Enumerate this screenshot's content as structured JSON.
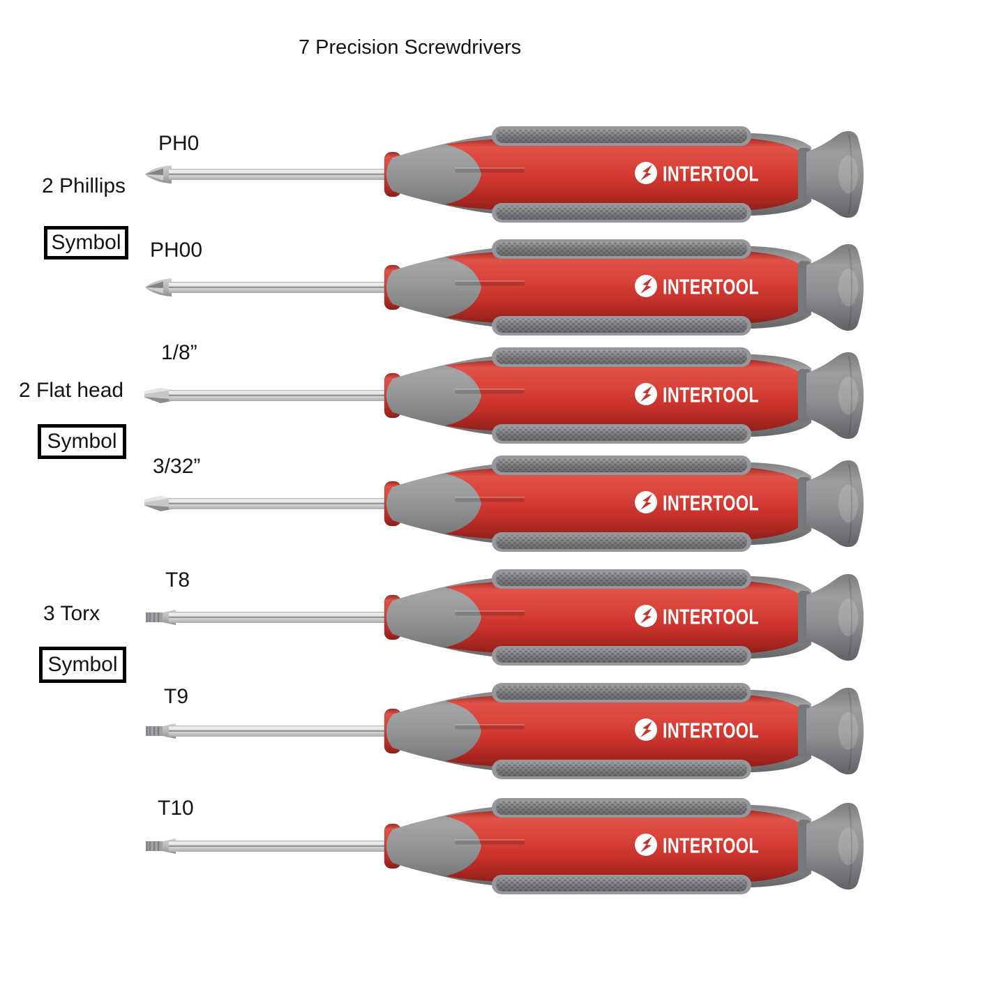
{
  "title": "7 Precision Screwdrivers",
  "brand": "INTERTOOL",
  "groups": [
    {
      "name": "2 Phillips",
      "symbol_label": "Symbol"
    },
    {
      "name": "2 Flat head",
      "symbol_label": "Symbol"
    },
    {
      "name": "3 Torx",
      "symbol_label": "Symbol"
    }
  ],
  "screwdrivers": [
    {
      "id": "ph0",
      "size": "PH0",
      "type": "phillips"
    },
    {
      "id": "ph00",
      "size": "PH00",
      "type": "phillips"
    },
    {
      "id": "flat-1-8in",
      "size": "1/8”",
      "type": "flat"
    },
    {
      "id": "flat-3-32in",
      "size": "3/32”",
      "type": "flat"
    },
    {
      "id": "t8",
      "size": "T8",
      "type": "torx"
    },
    {
      "id": "t9",
      "size": "T9",
      "type": "torx"
    },
    {
      "id": "t10",
      "size": "T10",
      "type": "torx"
    }
  ],
  "colors": {
    "handle_red": "#cf3a33",
    "handle_red_dark": "#8f211c",
    "handle_gray": "#8f9193",
    "grip_gray_dark": "#6f7173",
    "cap_gray": "#8e9092",
    "shaft_silver": "#d9dadb",
    "brand_text": "#ffffff",
    "label_text": "#141414"
  }
}
